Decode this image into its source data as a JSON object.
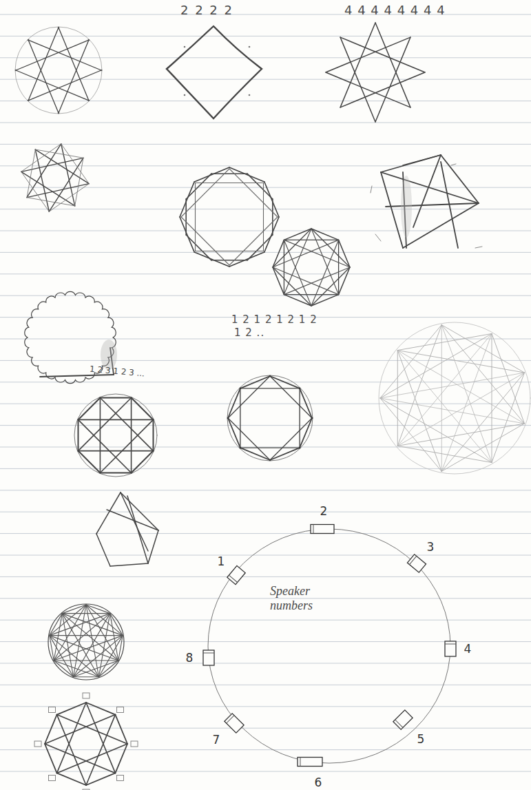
{
  "diagram": {
    "nodes": [
      {
        "text": [
          "1"
        ]
      },
      {
        "text": [
          "2"
        ]
      },
      {
        "text": [
          "3"
        ]
      },
      {
        "text": [
          "4"
        ]
      },
      {
        "text": [
          "5"
        ]
      },
      {
        "text": [
          "6"
        ]
      },
      {
        "text": [
          "7"
        ]
      },
      {
        "text": [
          "8"
        ]
      }
    ],
    "labels": [
      "2 2 2 2",
      "4 4 4 4 4 4 4 4",
      "1 2 1 2 1 2 1 2",
      "1 2 ..",
      "1 2 3 1 2 3 ...",
      "Speaker numbers"
    ]
  }
}
